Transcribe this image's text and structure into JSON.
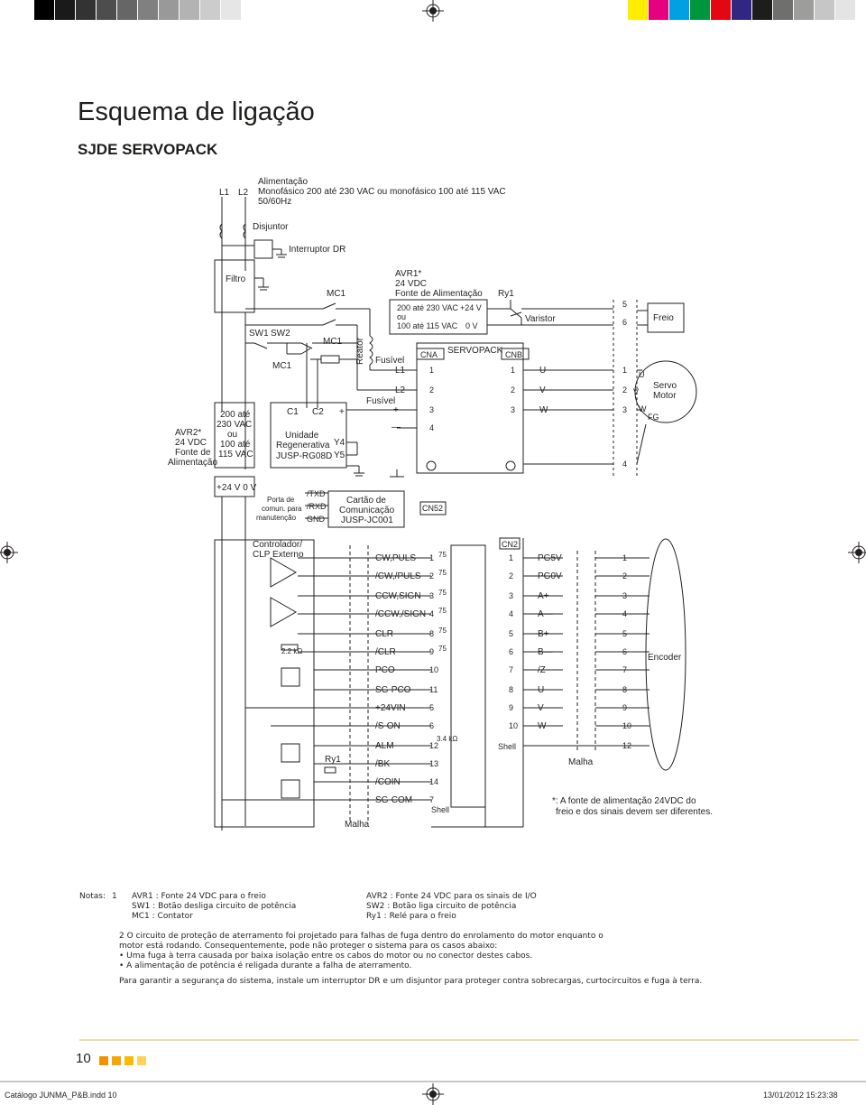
{
  "page": {
    "title": "Esquema de ligação",
    "subtitle": "SJDE SERVOPACK",
    "page_number": "10",
    "footer_file": "Catálogo JUNMA_P&B.indd   10",
    "footer_date": "13/01/2012   15:23:38"
  },
  "colors": {
    "ink": "#231f20",
    "bar_gray": [
      "#000000",
      "#1a1a1a",
      "#333333",
      "#4d4d4d",
      "#666666",
      "#808080",
      "#999999",
      "#b3b3b3",
      "#cccccc",
      "#e6e6e6"
    ],
    "bar_color": [
      "#ffed00",
      "#e6007e",
      "#00a0e3",
      "#009640",
      "#e30613",
      "#312783",
      "#1d1d1b",
      "#6f6f6e",
      "#9d9d9c",
      "#c6c6c6",
      "#e4e4e4"
    ],
    "footer_swatches": [
      "#f39200",
      "#f7a600",
      "#fbba00",
      "#fdd35a"
    ]
  },
  "diagram": {
    "power": {
      "l1": "L1",
      "l2": "L2",
      "line1": "Alimentação",
      "line2": "Monofásico 200 até 230 VAC ou monofásico 100 até 115 VAC",
      "line3": "50/60Hz",
      "breaker": "Disjuntor",
      "dr_switch": "Interruptor DR",
      "filter": "Filtro"
    },
    "avr1": {
      "l1": "AVR1*",
      "l2": "24 VDC",
      "l3": "Fonte de Alimentação",
      "in1": "200 até 230 VAC",
      "in2": "ou",
      "in3": "100 até 115 VAC",
      "out_plus": "+24 V",
      "out_zero": "0 V"
    },
    "avr2": {
      "l1": "AVR2*",
      "l2": "24 VDC",
      "l3": "Fonte de",
      "l4": "Alimentação",
      "in1": "200 até",
      "in2": "230 VAC",
      "in3": "ou",
      "in4": "100 até",
      "in5": "115 VAC",
      "out": "+24 V  0 V"
    },
    "switches": {
      "mc1_top": "MC1",
      "sw1": "SW1",
      "sw2": "SW2",
      "mc1_mid": "MC1",
      "mc1_low": "MC1"
    },
    "regen": {
      "c1": "C1",
      "c2": "C2",
      "plus": "+",
      "l1": "Unidade",
      "l2": "Regenerativa",
      "l3": "JUSP-RG08D",
      "y4": "Y4",
      "y5": "Y5"
    },
    "reactor": "Reator",
    "fuse1": "Fusível",
    "fuse2": "Fusível",
    "servopack": {
      "title": "SERVOPACK",
      "cna": "CNA",
      "cnb": "CNB",
      "cn52": "CN52",
      "cn2": "CN2",
      "l1": "L1",
      "l2": "L2",
      "plus": "+",
      "minus": "—",
      "cna_pins": [
        "1",
        "2",
        "3",
        "4"
      ],
      "cnb_pins": [
        "1",
        "2",
        "3"
      ],
      "uvw": [
        "U",
        "V",
        "W"
      ]
    },
    "relay": {
      "ry1": "Ry1",
      "varistor": "Varistor"
    },
    "motor": {
      "pins_top": [
        "5",
        "6"
      ],
      "pins": [
        "1",
        "2",
        "3",
        "4"
      ],
      "brake": "Freio",
      "servo1": "Servo",
      "servo2": "Motor",
      "u": "U",
      "v": "V",
      "w": "W",
      "fg": "FG"
    },
    "comm": {
      "port1": "Porta de",
      "port2": "comun. para",
      "port3": "manutenção",
      "txd": "/TXD",
      "rxd": "/RXD",
      "gnd": "GND",
      "card1": "Cartão de",
      "card2": "Comunicação",
      "card3": "JUSP-JC001"
    },
    "controller": {
      "l1": "Controlador/",
      "l2": "CLP Externo",
      "res": "2.2 kΩ",
      "ry1": "Ry1",
      "malha": "Malha"
    },
    "io_signals": [
      "CW,PULS",
      "/CW,/PULS",
      "CCW,SIGN",
      "/CCW,/SIGN",
      "CLR",
      "/CLR",
      "PCO",
      "SG-PCO",
      "+24VIN",
      "/S-ON",
      "ALM",
      "/BK",
      "/COIN",
      "SG-COM"
    ],
    "io_pins": [
      "1",
      "2",
      "3",
      "4",
      "8",
      "9",
      "10",
      "11",
      "5",
      "6",
      "12",
      "13",
      "14",
      "7"
    ],
    "r75": "75",
    "r34": "3.4 kΩ",
    "shell": "Shell",
    "encoder": {
      "cn2_pins": [
        "1",
        "2",
        "3",
        "4",
        "5",
        "6",
        "7",
        "8",
        "9",
        "10"
      ],
      "cn2_shell": "Shell",
      "signals": [
        "PG5V",
        "PG0V",
        "A+",
        "A—",
        "B+",
        "B—",
        "/Z",
        "U",
        "V",
        "W"
      ],
      "enc_pins": [
        "1",
        "2",
        "3",
        "4",
        "5",
        "6",
        "7",
        "8",
        "9",
        "10",
        "12"
      ],
      "label": "Encoder",
      "malha": "Malha"
    },
    "footnote1": "*: A fonte de alimentação 24VDC do",
    "footnote2": "freio e dos sinais devem ser diferentes."
  },
  "notes": {
    "label": "Notas:",
    "num": "1",
    "left": [
      "AVR1 : Fonte 24 VDC para o freio",
      "SW1 : Botão desliga circuito de potência",
      "MC1 : Contator"
    ],
    "right": [
      "AVR2 : Fonte 24 VDC para os sinais de I/O",
      "SW2 : Botão liga circuito de potência",
      "Ry1 : Relé para o freio"
    ],
    "para2": [
      "2 O circuito de proteção de aterramento foi projetado para falhas de fuga dentro do enrolamento do motor enquanto o",
      "motor está rodando. Consequentemente, pode não proteger o sistema para os casos abaixo:",
      "• Uma fuga à terra causada por baixa isolação entre os cabos do motor ou no conector destes cabos.",
      "• A alimentação de potência é religada durante a falha de aterramento."
    ],
    "safety": "Para garantir a segurança do sistema, instale um interruptor DR e um disjuntor para proteger contra sobrecargas, curtocircuitos e fuga à terra."
  }
}
